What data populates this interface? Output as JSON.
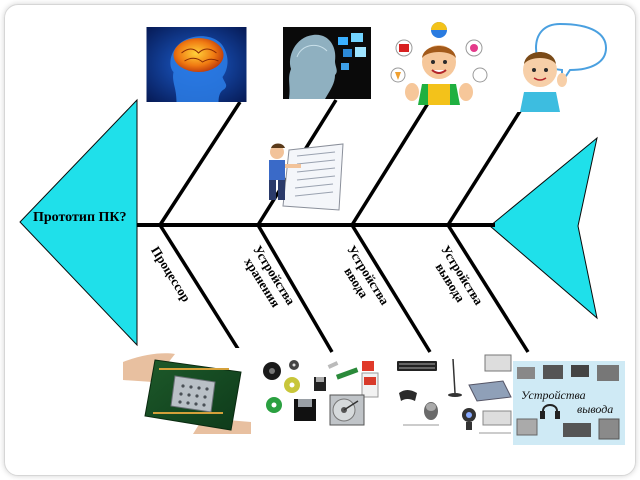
{
  "diagram": {
    "head_label": "Прототип ПК?",
    "branches": [
      {
        "label": "Процессор"
      },
      {
        "label_line1": "Устройства",
        "label_line2": "хранения"
      },
      {
        "label_line1": "Устройства",
        "label_line2": "ввода"
      },
      {
        "label_line1": "Устройства",
        "label_line2": "вывода"
      }
    ],
    "output_devices_image_text_line1": "Устройства",
    "output_devices_image_text_line2": "вывода"
  },
  "colors": {
    "head_fill": "#1fe0ea",
    "line": "#000000"
  },
  "icons": {
    "top_images": [
      "brain-head-image",
      "digital-head-image",
      "child-senses-image",
      "child-speech-bubble-image"
    ],
    "paper_image": "person-with-document-image",
    "bottom_images": [
      "processor-chip-image",
      "storage-devices-image",
      "input-devices-image",
      "output-devices-image"
    ]
  }
}
